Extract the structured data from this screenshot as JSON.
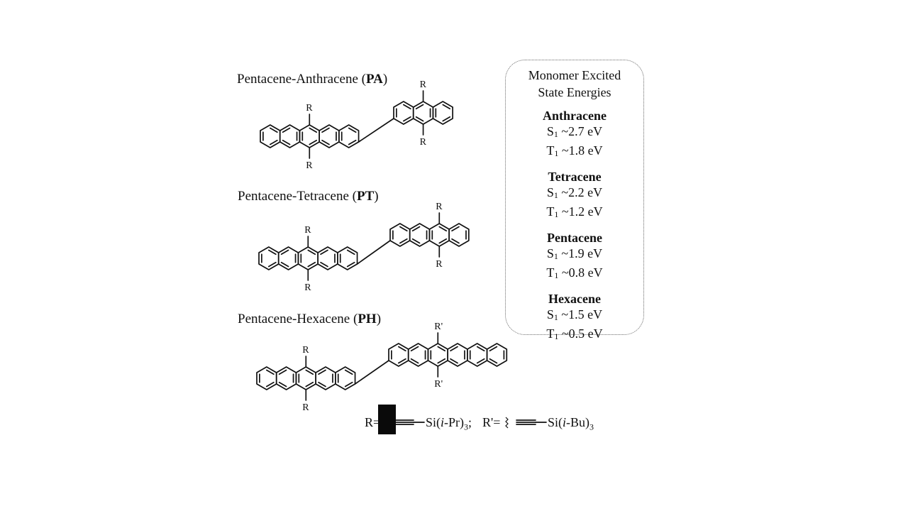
{
  "molecules": [
    {
      "name": "Pentacene-Anthracene (",
      "abbr": "PA",
      "close": ")",
      "substituent": "R"
    },
    {
      "name": "Pentacene-Tetracene (",
      "abbr": "PT",
      "close": ")",
      "substituent": "R"
    },
    {
      "name": "Pentacene-Hexacene (",
      "abbr": "PH",
      "close": ")",
      "substituent": "R'"
    }
  ],
  "energies": {
    "title_line1": "Monomer Excited",
    "title_line2": "State Energies",
    "items": [
      {
        "name": "Anthracene",
        "s1": "~2.7 eV",
        "t1": "~1.8 eV"
      },
      {
        "name": "Tetracene",
        "s1": "~2.2 eV",
        "t1": "~1.2 eV"
      },
      {
        "name": "Pentacene",
        "s1": "~1.9 eV",
        "t1": "~0.8 eV"
      },
      {
        "name": "Hexacene",
        "s1": "~1.5 eV",
        "t1": "~0.5 eV"
      }
    ],
    "s_letter": "S",
    "t_letter": "T",
    "sub": "1"
  },
  "footer": {
    "r_def": "R=",
    "r_group": "Si(i-Pr)",
    "r_group_pre": "Si(",
    "r_group_italic": "i",
    "r_group_post": "-Pr)",
    "r_sub": "3",
    "sep": ";",
    "rp_def": "R'=",
    "rp_group_pre": "Si(",
    "rp_group_italic": "i",
    "rp_group_post": "-Bu)",
    "rp_sub": "3"
  }
}
